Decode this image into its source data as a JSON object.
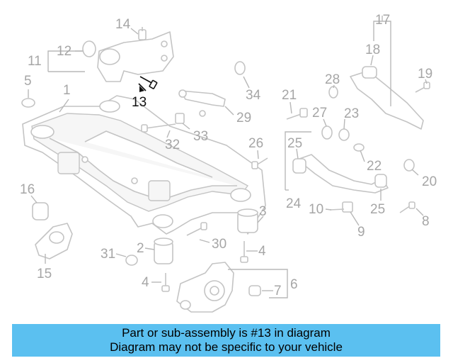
{
  "callouts": {
    "c1": "1",
    "c2": "2",
    "c3": "3",
    "c4a": "4",
    "c4b": "4",
    "c5": "5",
    "c6": "6",
    "c7": "7",
    "c8": "8",
    "c9": "9",
    "c10": "10",
    "c11": "11",
    "c12": "12",
    "c13": "13",
    "c14": "14",
    "c15": "15",
    "c16": "16",
    "c17": "17",
    "c18": "18",
    "c19": "19",
    "c20": "20",
    "c21": "21",
    "c22": "22",
    "c23": "23",
    "c24": "24",
    "c25a": "25",
    "c25b": "25",
    "c26": "26",
    "c27": "27",
    "c28": "28",
    "c29": "29",
    "c30": "30",
    "c31": "31",
    "c32": "32",
    "c33": "33",
    "c34": "34"
  },
  "highlighted_part": "13",
  "banner": {
    "line1": "Part or sub-assembly is #13 in diagram",
    "line2": "Diagram may not be specific to your vehicle",
    "color": "#5bc0f0"
  }
}
